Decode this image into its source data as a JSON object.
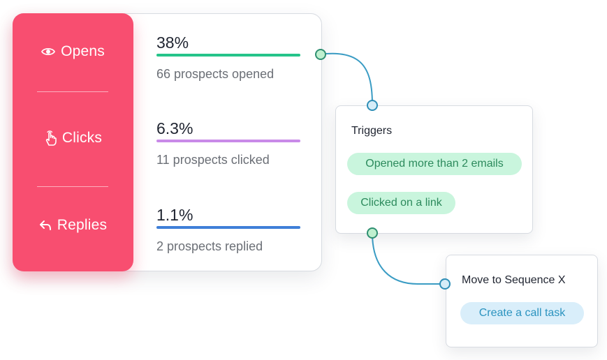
{
  "metrics": {
    "opens": {
      "label": "Opens",
      "icon": "eye-icon"
    },
    "clicks": {
      "label": "Clicks",
      "icon": "pointer-hand-icon"
    },
    "replies": {
      "label": "Replies",
      "icon": "reply-arrow-icon"
    }
  },
  "stats": {
    "opens": {
      "percent": "38%",
      "description": "66 prospects opened",
      "bar_color": "#25c48a"
    },
    "clicks": {
      "percent": "6.3%",
      "description": "11 prospects clicked",
      "bar_color": "#c98ae8"
    },
    "replies": {
      "percent": "1.1%",
      "description": "2 prospects replied",
      "bar_color": "#3f7fd8"
    }
  },
  "triggers": {
    "title": "Triggers",
    "items": [
      "Opened more than 2 emails",
      "Clicked on a link"
    ]
  },
  "sequence": {
    "title": "Move to Sequence X",
    "action": "Create a call task"
  },
  "colors": {
    "sidebar": "#f84e70",
    "connector_line": "#3a9cc4",
    "trigger_pill_bg": "#c9f5dd",
    "trigger_pill_text": "#2c8a5c",
    "action_pill_bg": "#d9eefa",
    "action_pill_text": "#2b93bf"
  }
}
